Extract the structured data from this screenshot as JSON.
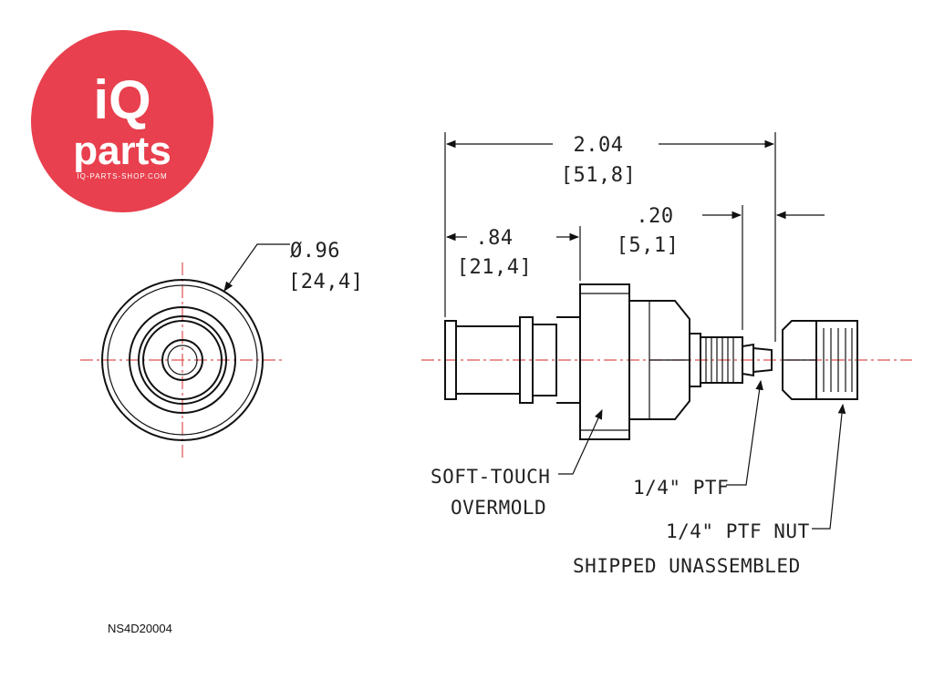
{
  "logo": {
    "brand_top": "iQ",
    "brand_bottom": "parts",
    "website": "IQ-PARTS-SHOP.COM",
    "color": "#e8404e"
  },
  "dimensions": {
    "diameter": {
      "inch": "Ø.96",
      "mm": "[24,4]"
    },
    "overall_length": {
      "inch": "2.04",
      "mm": "[51,8]"
    },
    "body_length": {
      "inch": ".84",
      "mm": "[21,4]"
    },
    "thread_gap": {
      "inch": ".20",
      "mm": "[5,1]"
    }
  },
  "callouts": {
    "overmold_line1": "SOFT-TOUCH",
    "overmold_line2": "OVERMOLD",
    "ptf": "1/4\" PTF",
    "nut_line1": "1/4\" PTF NUT",
    "nut_line2": "SHIPPED UNASSEMBLED"
  },
  "part_number": "NS4D20004",
  "colors": {
    "centerline": "#e05050",
    "lines": "#111111"
  }
}
